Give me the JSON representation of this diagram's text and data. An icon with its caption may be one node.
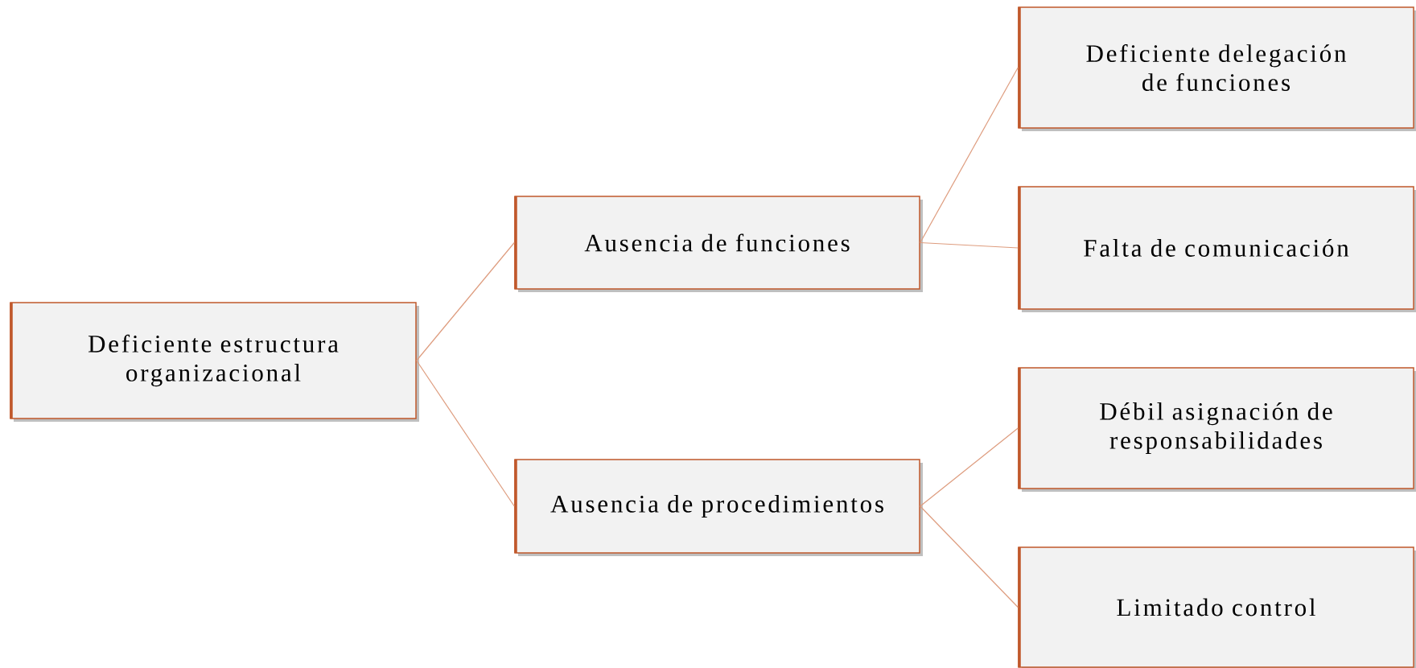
{
  "diagram": {
    "nodes": [
      {
        "text": [
          "Deficiente estructura organizacional"
        ]
      },
      {
        "text": [
          "Ausencia de funciones"
        ]
      },
      {
        "text": [
          "Ausencia de procedimientos"
        ]
      },
      {
        "text": [
          "Deficiente delegación de funciones"
        ]
      },
      {
        "text": [
          "Falta de comunicación"
        ]
      },
      {
        "text": [
          "Débil asignación de responsabilidades"
        ]
      },
      {
        "text": [
          "Limitado control"
        ]
      }
    ],
    "edges": [
      {
        "from": 0,
        "to": 1,
        "arrow": "none"
      },
      {
        "from": 0,
        "to": 2,
        "arrow": "none"
      },
      {
        "from": 1,
        "to": 3,
        "arrow": "none"
      },
      {
        "from": 1,
        "to": 4,
        "arrow": "none"
      },
      {
        "from": 2,
        "to": 5,
        "arrow": "none"
      },
      {
        "from": 2,
        "to": 6,
        "arrow": "none"
      }
    ]
  }
}
